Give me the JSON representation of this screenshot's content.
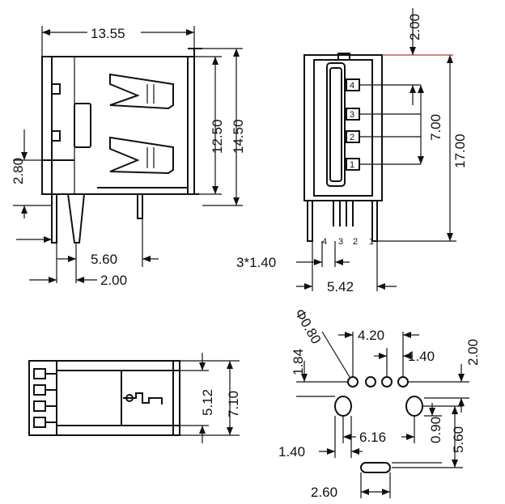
{
  "drawing": {
    "front_view": {
      "width_top": "13.55",
      "height_inner": "12.50",
      "height_outer": "14.50",
      "left_offset": "2.80",
      "pin_spacing": "5.60",
      "pin_offset": "2.00"
    },
    "side_view": {
      "top_offset": "2.00",
      "pin_pitch_vertical": "7.00",
      "total_height": "17.00",
      "pin_pitch": "3*1.40",
      "pin_span": "5.42",
      "pin_numbers_right": [
        "4",
        "3",
        "2",
        "1"
      ],
      "pin_numbers_bottom": [
        "4",
        "3",
        "2",
        "1"
      ]
    },
    "bottom_view": {
      "width_inner": "5.12",
      "width_outer": "7.10"
    },
    "pcb_layout": {
      "hole_diameter": "Φ0.80",
      "hole_span": "4.20",
      "hole_pitch": "1.40",
      "top_offset": "2.00",
      "left_offset": "1.84",
      "mount_span": "6.16",
      "mount_width": "1.40",
      "mount_height_small": "0.90",
      "mount_height_large": "5.60",
      "slot_length": "2.60"
    }
  }
}
